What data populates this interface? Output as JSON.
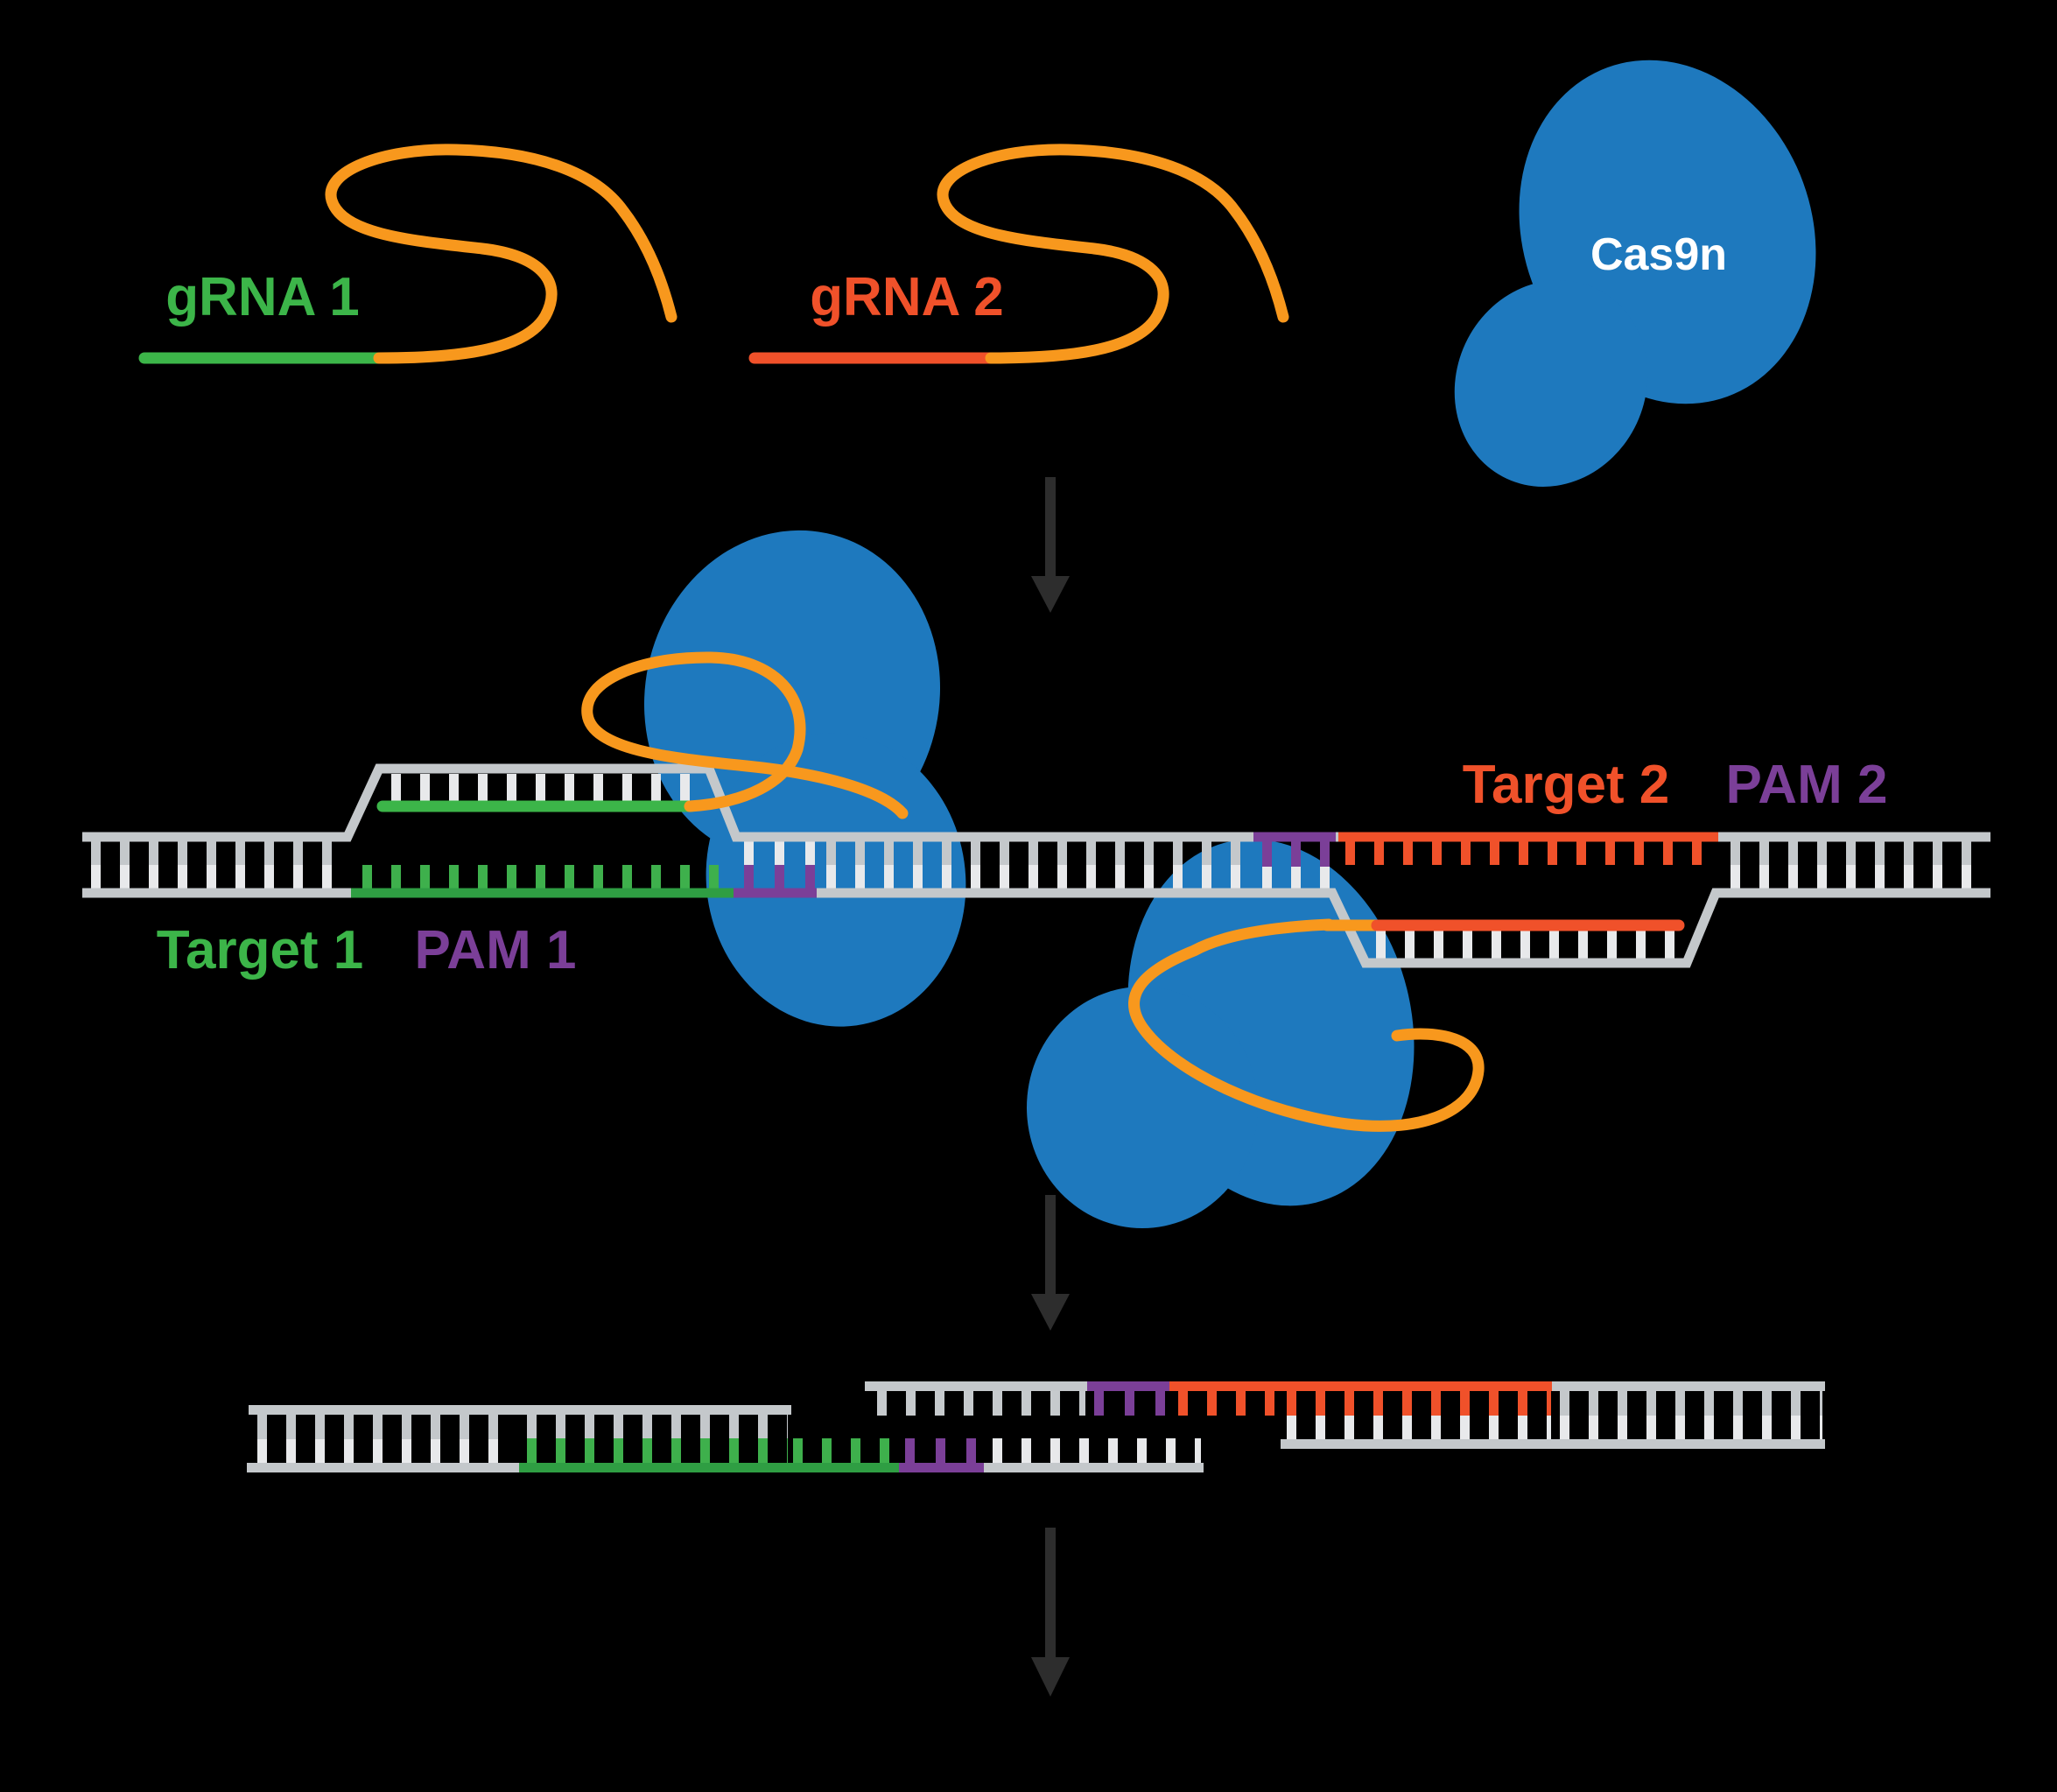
{
  "diagram": {
    "labels": {
      "grna1": "gRNA 1",
      "grna2": "gRNA 2",
      "cas9n": "Cas9n",
      "target1": "Target 1",
      "pam1": "PAM 1",
      "target2": "Target 2",
      "pam2": "PAM 2"
    },
    "colors": {
      "background": "#000000",
      "cas9n_blue": "#1e79be",
      "grna_scaffold_orange": "#f8981d",
      "grna1_spacer_green": "#3cb549",
      "target1_green": "#2f9e43",
      "grna2_spacer_red": "#f0512a",
      "target2_red": "#f0512a",
      "pam_purple": "#7b3f98",
      "dna_strand_gray": "#c4c8cb",
      "dna_rung_light": "#e8e9eb",
      "arrow_dark": "#2d2d2d",
      "cas9n_text": "#ffffff"
    },
    "icons": {
      "step_arrow": "down-arrow-icon"
    }
  }
}
